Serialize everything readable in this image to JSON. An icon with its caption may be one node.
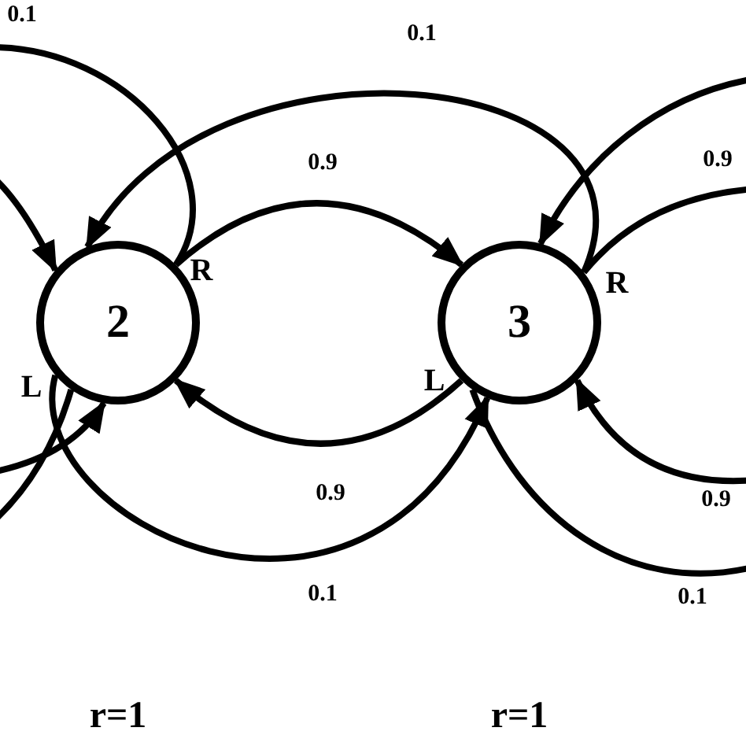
{
  "diagram": {
    "nodes": [
      {
        "text": [
          "2"
        ],
        "beside": [
          "R",
          "L"
        ]
      },
      {
        "text": [
          "3"
        ],
        "beside": [
          "R",
          "L"
        ]
      }
    ],
    "edges": [
      {
        "from": 0,
        "to": 1,
        "arrow": "to",
        "label": "0.9"
      },
      {
        "from": 1,
        "to": 0,
        "arrow": "to",
        "label": "0.1"
      },
      {
        "from": 0,
        "to": null,
        "arrow": "none",
        "label": "0.1"
      },
      {
        "from": null,
        "to": 0,
        "arrow": "to"
      },
      {
        "from": 1,
        "to": 0,
        "arrow": "to",
        "label": "0.9"
      },
      {
        "from": 0,
        "to": 1,
        "arrow": "to",
        "label": "0.1"
      },
      {
        "from": null,
        "to": 0,
        "arrow": "to"
      },
      {
        "from": 0,
        "to": null,
        "arrow": "none"
      },
      {
        "from": 1,
        "to": null,
        "arrow": "none",
        "label": "0.9"
      },
      {
        "from": null,
        "to": 1,
        "arrow": "to"
      },
      {
        "from": null,
        "to": 1,
        "arrow": "to",
        "label": "0.9"
      },
      {
        "from": 1,
        "to": null,
        "arrow": "none",
        "label": "0.1"
      }
    ],
    "labels": [
      "r=1",
      "r=1"
    ]
  }
}
